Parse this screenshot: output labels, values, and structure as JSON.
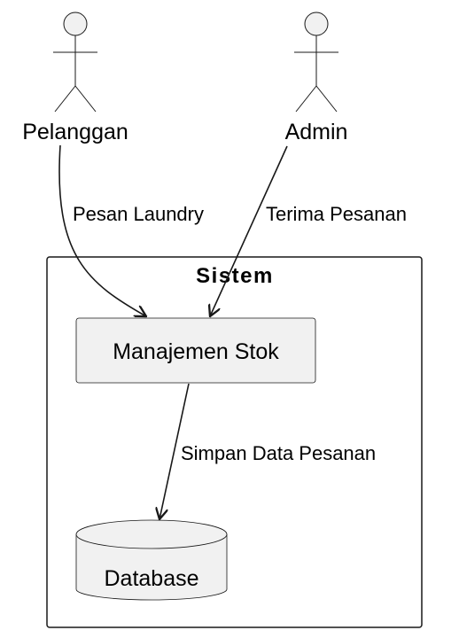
{
  "diagram": {
    "actors": [
      {
        "id": "pelanggan",
        "label": "Pelanggan"
      },
      {
        "id": "admin",
        "label": "Admin"
      }
    ],
    "system": {
      "title": "Sistem",
      "component": {
        "label": "Manajemen Stok"
      },
      "database": {
        "label": "Database"
      }
    },
    "flows": [
      {
        "from": "Pelanggan",
        "to": "Manajemen Stok",
        "label": "Pesan Laundry"
      },
      {
        "from": "Admin",
        "to": "Manajemen Stok",
        "label": "Terima Pesanan"
      },
      {
        "from": "Manajemen Stok",
        "to": "Database",
        "label": "Simpan Data Pesanan"
      }
    ]
  },
  "colors": {
    "actor_fill": "#f1f1f1",
    "node_fill": "#f1f1f1",
    "stroke": "#181818",
    "text": "#000000",
    "background": "#ffffff"
  }
}
